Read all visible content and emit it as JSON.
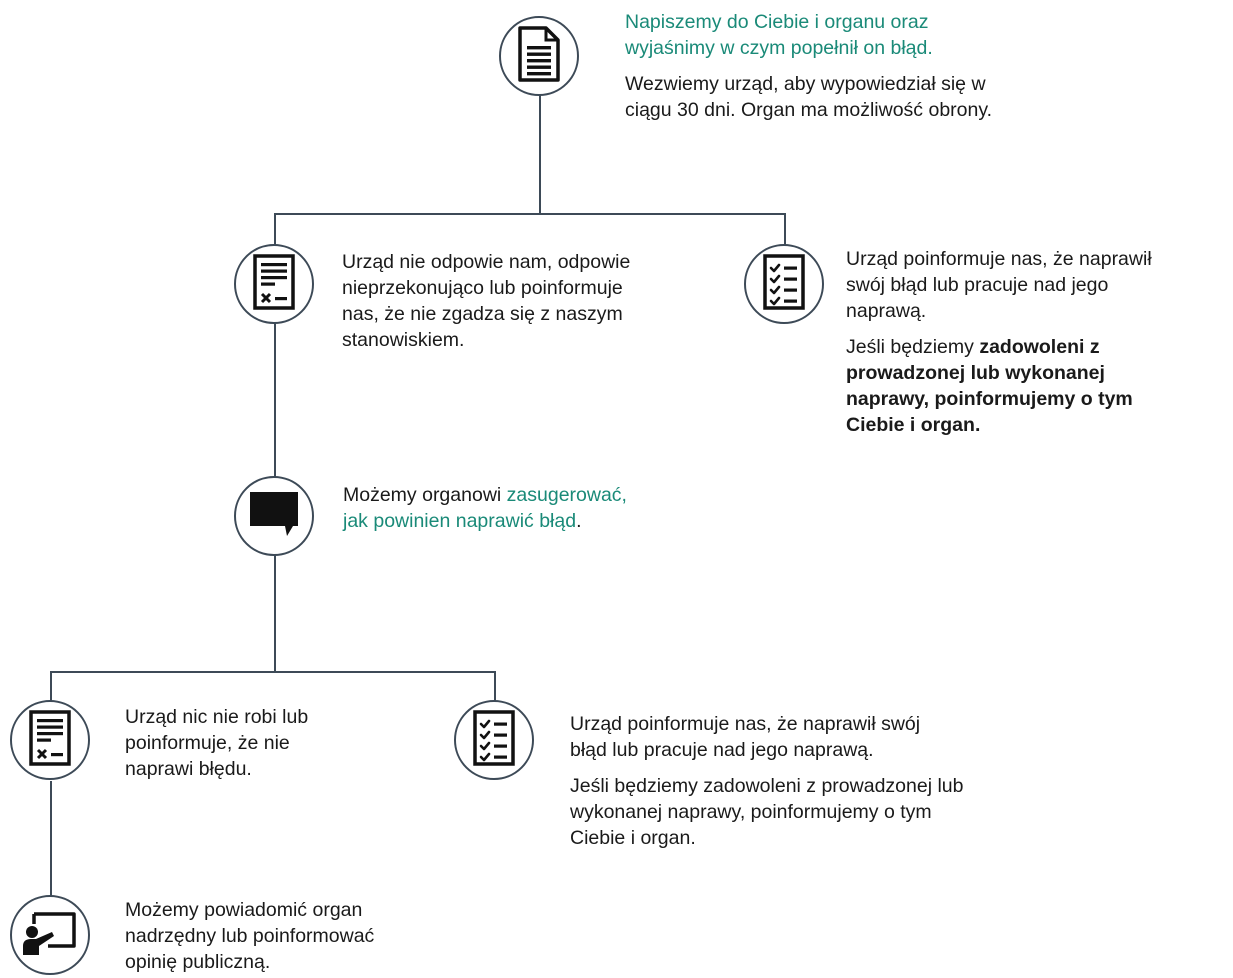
{
  "colors": {
    "accent": "#1a8a78",
    "line": "#3d4a57",
    "text": "#1a1a1a"
  },
  "step1": {
    "icon": "document-icon",
    "heading_line1": "Napiszemy do Ciebie i organu oraz",
    "heading_line2": "wyjaśnimy w czym popełnił on błąd.",
    "body_line1": "Wezwiemy urząd, aby wypowiedział się w",
    "body_line2": "ciągu 30 dni. Organ ma możliwość obrony."
  },
  "branch1_negative": {
    "icon": "document-rejected-icon",
    "lines": [
      "Urząd nie odpowie nam, odpowie",
      "nieprzekonująco lub poinformuje",
      "nas, że nie zgadza się z naszym",
      "stanowiskiem."
    ]
  },
  "branch1_positive": {
    "icon": "checklist-icon",
    "lines": [
      "Urząd poinformuje nas, że naprawił",
      "swój błąd lub pracuje nad jego",
      "naprawą."
    ],
    "note_prefix": "Jeśli będziemy ",
    "note_bold_line1": "zadowoleni z",
    "note_bold_line2": "prowadzonej lub wykonanej",
    "note_bold_line3": "naprawy, poinformujemy o tym",
    "note_bold_line4": "Ciebie i organ."
  },
  "step2": {
    "icon": "speech-bubble-icon",
    "text_prefix": "Możemy organowi ",
    "accent_line1": "zasugerować,",
    "accent_line2": "jak powinien naprawić błąd",
    "text_suffix": "."
  },
  "branch2_negative": {
    "icon": "document-rejected-icon",
    "lines": [
      "Urząd nic nie robi lub",
      "poinformuje, że nie",
      "naprawi błędu."
    ]
  },
  "branch2_positive": {
    "icon": "checklist-icon",
    "lines": [
      "Urząd poinformuje nas, że naprawił swój",
      "błąd lub pracuje nad jego naprawą."
    ],
    "note_lines": [
      "Jeśli będziemy zadowoleni z prowadzonej lub",
      "wykonanej naprawy, poinformujemy o tym",
      "Ciebie i organ."
    ]
  },
  "step3": {
    "icon": "presentation-icon",
    "lines": [
      "Możemy powiadomić organ",
      "nadrzędny lub poinformować",
      "opinię publiczną."
    ]
  }
}
